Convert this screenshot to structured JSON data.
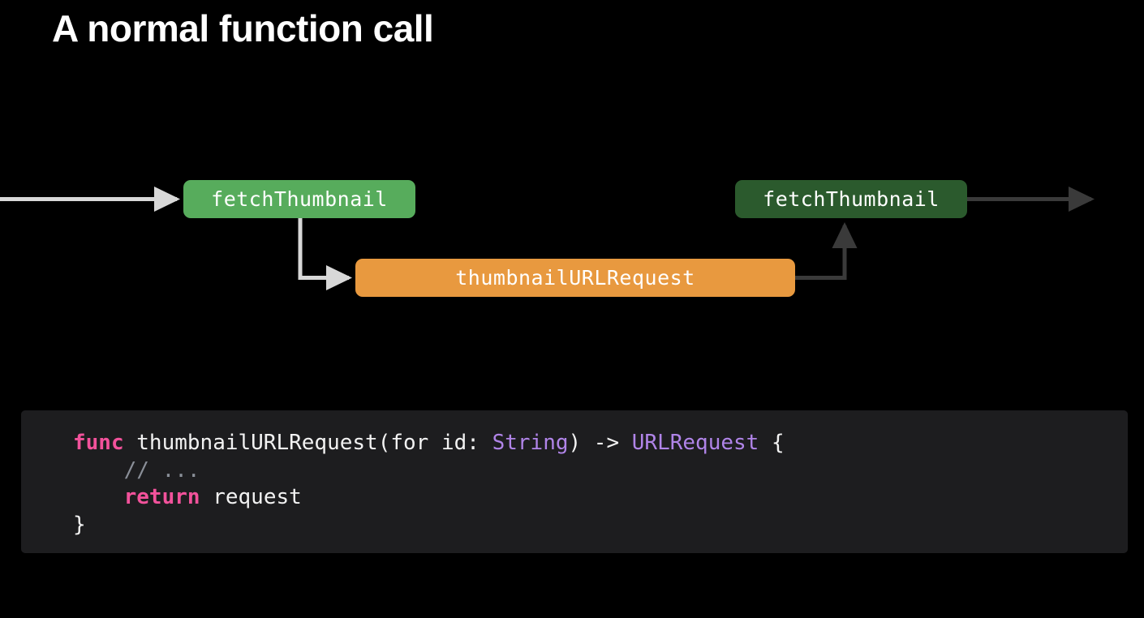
{
  "slide": {
    "title": "A normal function call",
    "background_color": "#000000"
  },
  "diagram": {
    "nodes": [
      {
        "name": "fetch-thumbnail-left",
        "label": "fetchThumbnail",
        "color": "#57ac5c",
        "state": "active"
      },
      {
        "name": "thumbnail-url-request",
        "label": "thumbnailURLRequest",
        "color": "#e8993f",
        "state": "active"
      },
      {
        "name": "fetch-thumbnail-right",
        "label": "fetchThumbnail",
        "color": "#2b5a2d",
        "state": "dimmed"
      }
    ],
    "arrows": [
      {
        "name": "incoming-arrow",
        "color": "#d8d8d8",
        "direction": "right"
      },
      {
        "name": "call-down-arrow",
        "color": "#d8d8d8",
        "direction": "down-right"
      },
      {
        "name": "return-up-arrow",
        "color": "#3a3a3a",
        "direction": "right-up"
      },
      {
        "name": "outgoing-arrow",
        "color": "#3a3a3a",
        "direction": "right"
      }
    ]
  },
  "code": {
    "background_color": "#1d1d1f",
    "lines": [
      {
        "tokens": [
          {
            "text": "func",
            "type": "keyword"
          },
          {
            "text": " thumbnailURLRequest(for id: ",
            "type": "plain"
          },
          {
            "text": "String",
            "type": "type"
          },
          {
            "text": ") -> ",
            "type": "plain"
          },
          {
            "text": "URLRequest",
            "type": "type"
          },
          {
            "text": " {",
            "type": "plain"
          }
        ]
      },
      {
        "tokens": [
          {
            "text": "    // ...",
            "type": "comment"
          }
        ]
      },
      {
        "tokens": [
          {
            "text": "    ",
            "type": "plain"
          },
          {
            "text": "return",
            "type": "keyword"
          },
          {
            "text": " request",
            "type": "plain"
          }
        ]
      },
      {
        "tokens": [
          {
            "text": "}",
            "type": "plain"
          }
        ]
      }
    ]
  }
}
